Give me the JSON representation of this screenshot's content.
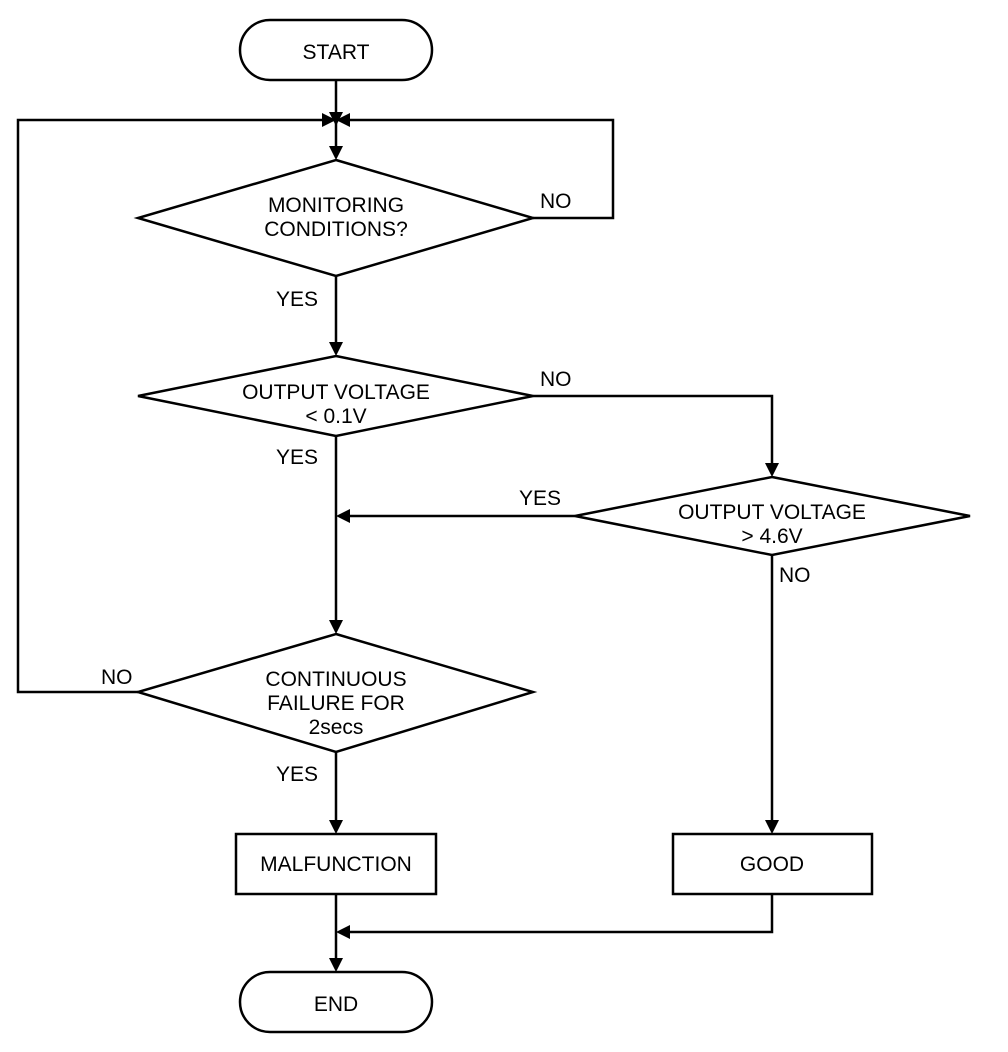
{
  "flowchart": {
    "start": "START",
    "end": "END",
    "decision_monitoring": [
      "MONITORING",
      "CONDITIONS?"
    ],
    "decision_low_voltage": [
      "OUTPUT VOLTAGE",
      "< 0.1V"
    ],
    "decision_high_voltage": [
      "OUTPUT VOLTAGE",
      "> 4.6V"
    ],
    "decision_continuous": [
      "CONTINUOUS",
      "FAILURE FOR",
      "2secs"
    ],
    "malfunction": "MALFUNCTION",
    "good": "GOOD",
    "labels": {
      "monitoring_no": "NO",
      "monitoring_yes": "YES",
      "low_no": "NO",
      "low_yes": "YES",
      "high_yes": "YES",
      "high_no": "NO",
      "continuous_no": "NO",
      "continuous_yes": "YES"
    }
  }
}
